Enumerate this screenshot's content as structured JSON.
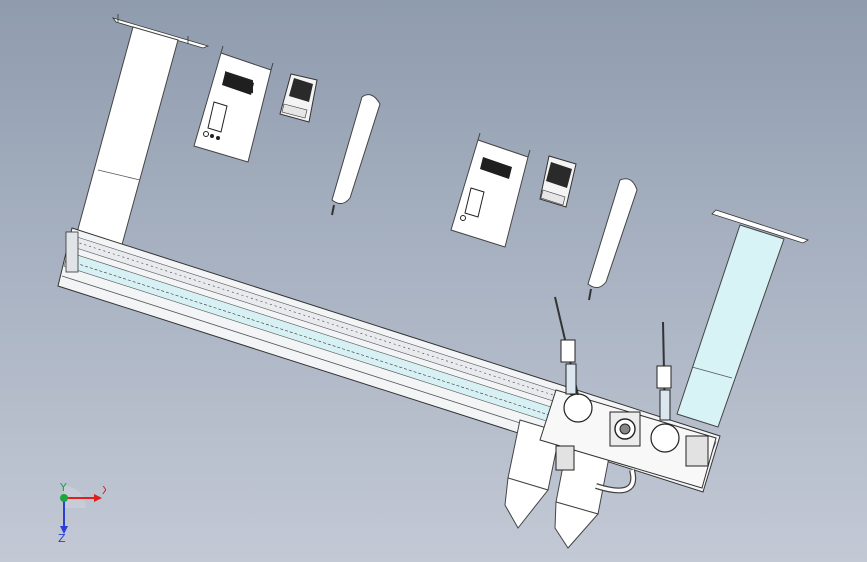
{
  "viewport": {
    "background_top": "#8f9cae",
    "background_bottom": "#c3c9d5"
  },
  "model": {
    "components": [
      {
        "name": "left-support-column"
      },
      {
        "name": "right-support-column",
        "color": "#d8f3f6"
      },
      {
        "name": "control-cabinet-left"
      },
      {
        "name": "control-cabinet-right"
      },
      {
        "name": "cooling-fan-unit-left"
      },
      {
        "name": "cooling-fan-unit-right"
      },
      {
        "name": "gas-cylinder-left"
      },
      {
        "name": "gas-cylinder-right"
      },
      {
        "name": "linear-rail-beam"
      },
      {
        "name": "welding-carriage"
      },
      {
        "name": "torch-left"
      },
      {
        "name": "torch-right"
      },
      {
        "name": "hopper-left"
      },
      {
        "name": "hopper-right"
      }
    ]
  },
  "triad": {
    "x_label": "X",
    "y_label": "Y",
    "z_label": "Z",
    "x_color": "#e0201c",
    "y_color": "#19a83a",
    "z_color": "#2a3fd6"
  }
}
